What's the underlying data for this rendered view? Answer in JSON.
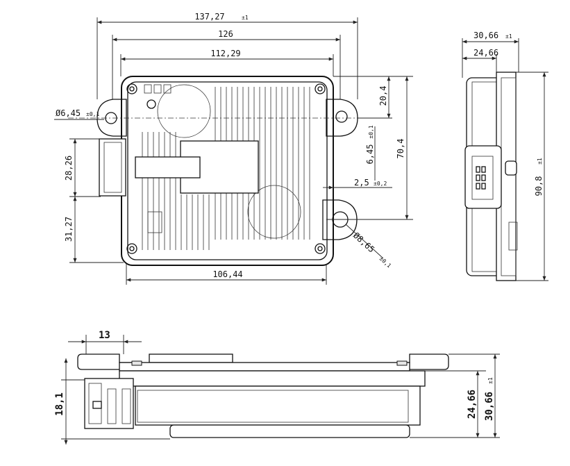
{
  "dimensions": {
    "overall_width": {
      "value": "137,27",
      "tol": "±1"
    },
    "hole_pitch": {
      "value": "126"
    },
    "body_width": {
      "value": "112,29"
    },
    "bottom_width": {
      "value": "106,44"
    },
    "hole_dia_left": {
      "value": "Ø6,45",
      "tol": "±0,1"
    },
    "connector_height": {
      "value": "28,26"
    },
    "lower_offset": {
      "value": "31,27"
    },
    "top_offset": {
      "value": "20,4"
    },
    "hole_dia_right": {
      "value": "6,45",
      "tol": "±0,1"
    },
    "vertical_span": {
      "value": "70,4"
    },
    "edge_offset": {
      "value": "2,5",
      "tol": "±0,2"
    },
    "slot_dia": {
      "value": "Ø8,65",
      "tol": "±0,1"
    },
    "side_depth": {
      "value": "30,66",
      "tol": "±1"
    },
    "side_inner": {
      "value": "24,66"
    },
    "side_height": {
      "value": "90,8",
      "tol": "±1"
    },
    "flange_width": {
      "value": "13"
    },
    "front_height": {
      "value": "18,1"
    },
    "front_inner": {
      "value": "24,66"
    },
    "front_total": {
      "value": "30,66",
      "tol": "±1"
    }
  },
  "colors": {
    "line": "#111111",
    "background": "#ffffff"
  }
}
